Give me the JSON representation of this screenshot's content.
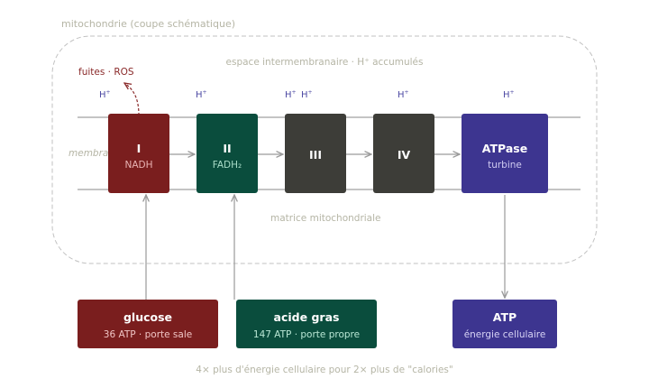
{
  "title": "mitochondrie (coupe schématique)",
  "ims_label": "espace intermembranaire · H⁺ accumulés",
  "membrane_label": "membrane",
  "matrix_label": "matrice mitochondriale",
  "leak_label": "fuites · ROS",
  "proton_label": "H",
  "footer": "4× plus d'énergie cellulaire pour 2× plus de \"calories\"",
  "complexes": [
    {
      "name": "I",
      "sub": "NADH",
      "color": "#7a1e1e"
    },
    {
      "name": "II",
      "sub": "FADH₂",
      "color": "#0a4d3d"
    },
    {
      "name": "III",
      "sub": "",
      "color": "#3d3d38"
    },
    {
      "name": "IV",
      "sub": "",
      "color": "#3d3d38"
    },
    {
      "name": "ATPase",
      "sub": "turbine",
      "color": "#3d3590"
    }
  ],
  "sources": [
    {
      "name": "glucose",
      "sub": "36 ATP · porte sale",
      "color": "#7a1e1e"
    },
    {
      "name": "acide gras",
      "sub": "147 ATP · porte propre",
      "color": "#0a4d3d"
    },
    {
      "name": "ATP",
      "sub": "énergie cellulaire",
      "color": "#3d3590"
    }
  ],
  "colors": {
    "outline": "#c2c2c2",
    "membrane": "#8a8a8a",
    "arrow": "#9a9a9a",
    "leak": "#8a2a2a",
    "proton": "#4d4aa3",
    "label": "#b5b5a5",
    "complex_sub_i": "#e8b3b3",
    "complex_sub_ii": "#a8dcc8",
    "complex_sub_atpase": "#cfcaf0",
    "source_sub_glucose": "#f0c4c4",
    "source_sub_acide": "#b8e6d4",
    "source_sub_atp": "#d8d4f5"
  }
}
